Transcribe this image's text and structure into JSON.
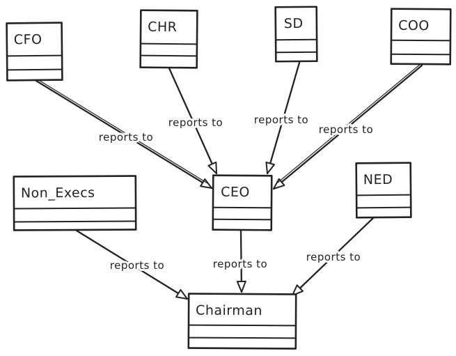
{
  "diagram": {
    "type": "uml-class-diagram",
    "style": "hand-drawn-sketch",
    "background_color": "#ffffff",
    "stroke_color": "#222222",
    "nodes": [
      {
        "id": "CFO",
        "label": "CFO"
      },
      {
        "id": "CHR",
        "label": "CHR"
      },
      {
        "id": "SD",
        "label": "SD"
      },
      {
        "id": "COO",
        "label": "COO"
      },
      {
        "id": "Non_Execs",
        "label": "Non_Execs"
      },
      {
        "id": "CEO",
        "label": "CEO"
      },
      {
        "id": "NED",
        "label": "NED"
      },
      {
        "id": "Chairman",
        "label": "Chairman"
      }
    ],
    "edges": [
      {
        "from": "CFO",
        "to": "CEO",
        "label": "reports to"
      },
      {
        "from": "CHR",
        "to": "CEO",
        "label": "reports to"
      },
      {
        "from": "SD",
        "to": "CEO",
        "label": "reports to"
      },
      {
        "from": "COO",
        "to": "CEO",
        "label": "reports to"
      },
      {
        "from": "Non_Execs",
        "to": "Chairman",
        "label": "reports to"
      },
      {
        "from": "CEO",
        "to": "Chairman",
        "label": "reports to"
      },
      {
        "from": "NED",
        "to": "Chairman",
        "label": "reports to"
      }
    ]
  }
}
